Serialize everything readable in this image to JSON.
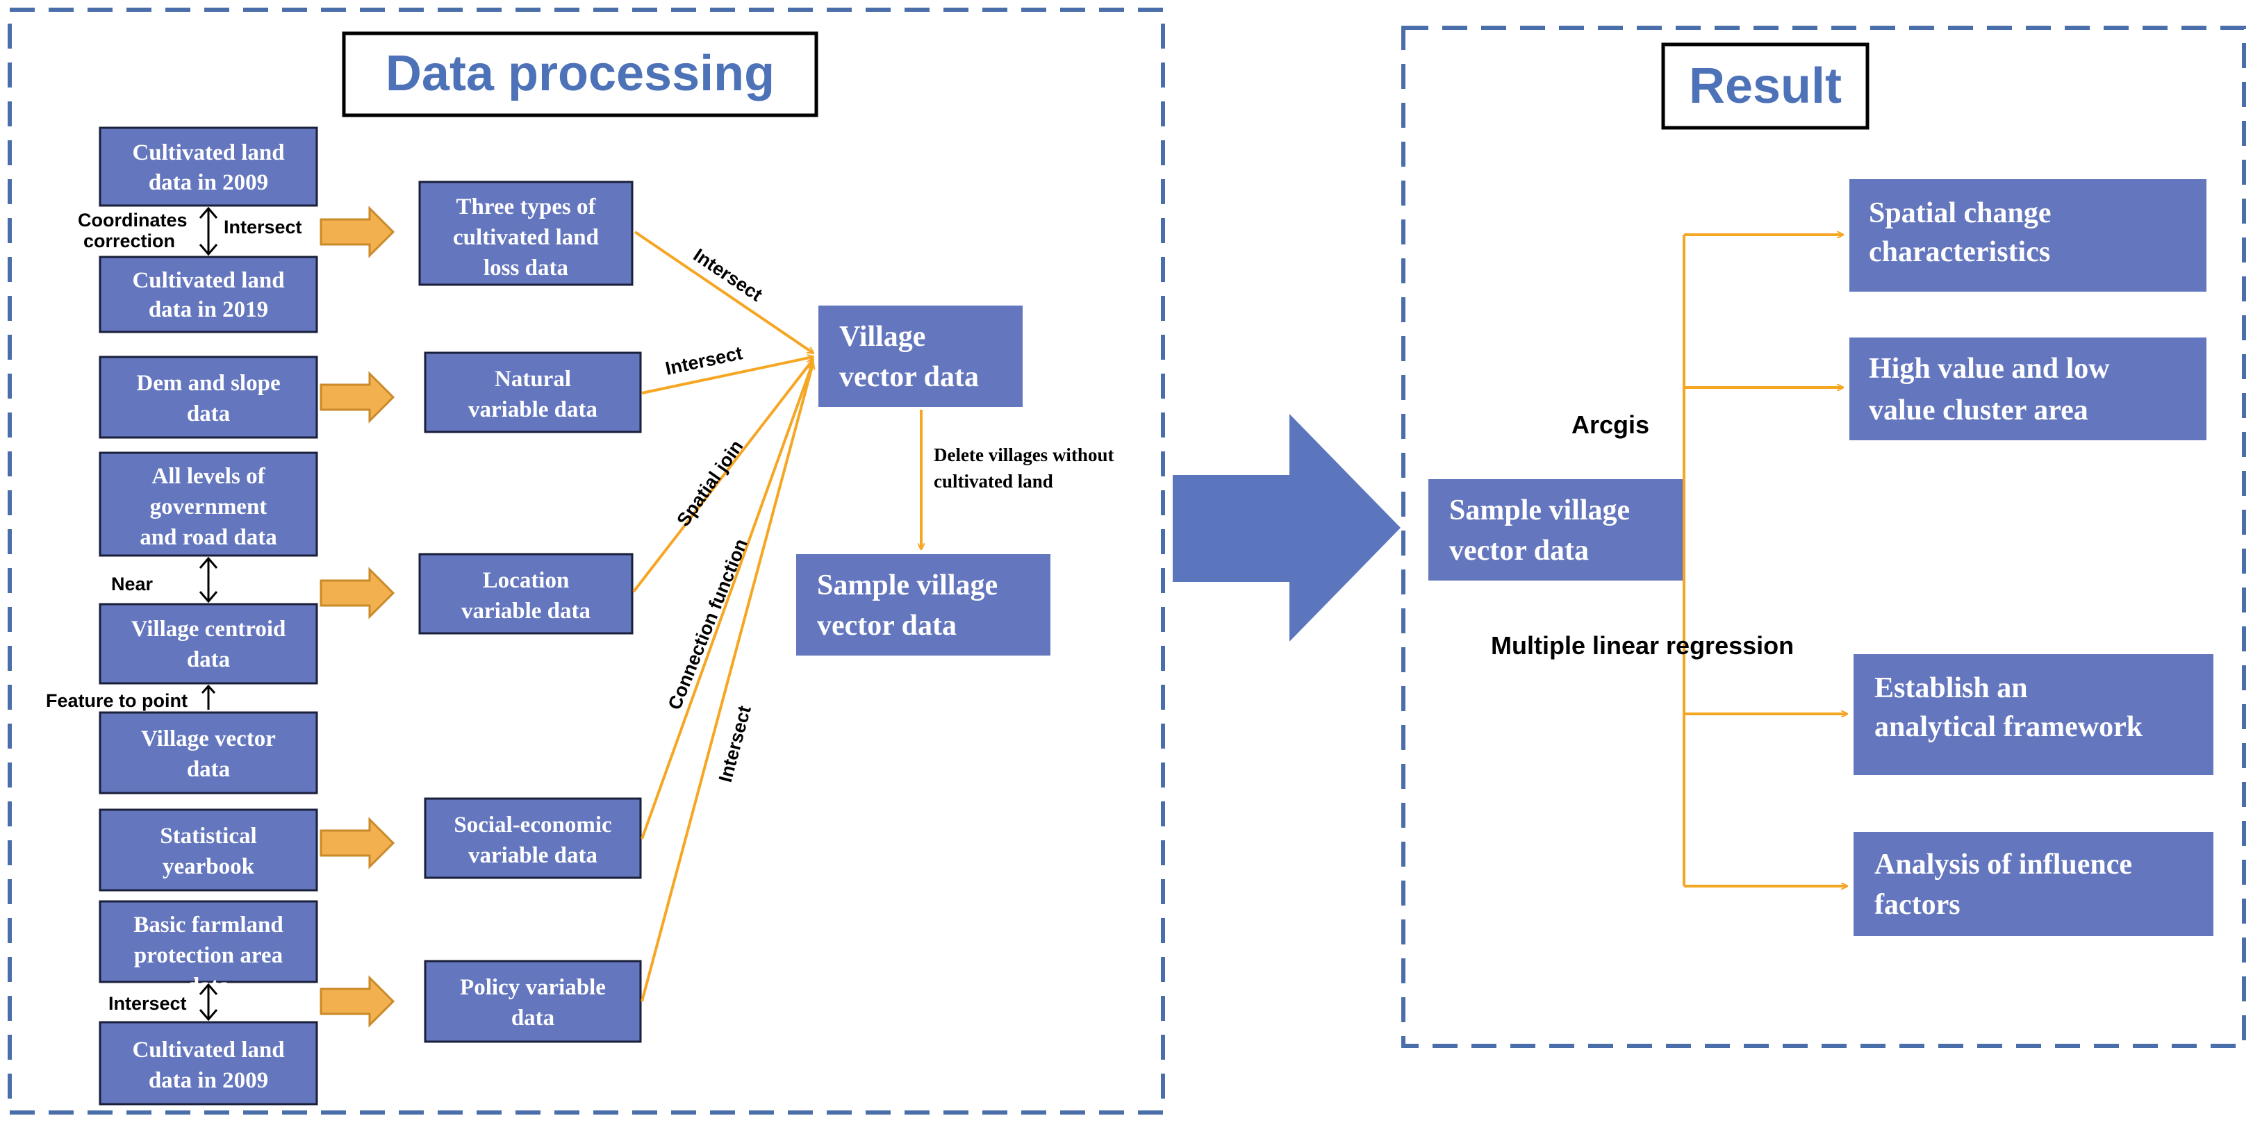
{
  "left_panel": {
    "title": "Data processing",
    "sources": {
      "cult_2009_a": [
        "Cultivated land",
        "data in 2009"
      ],
      "cult_2019": [
        "Cultivated land",
        "data in 2019"
      ],
      "dem": [
        "Dem and slope",
        "data"
      ],
      "gov_road": [
        "All levels of",
        "government",
        "and road data"
      ],
      "centroid": [
        "Village centroid",
        "data"
      ],
      "village_vec": [
        "Village vector",
        "data"
      ],
      "stat": [
        "Statistical",
        "yearbook"
      ],
      "farmland": [
        "Basic farmland",
        "protection area",
        "data"
      ],
      "cult_2009_b": [
        "Cultivated land",
        "data in 2009"
      ]
    },
    "variables": {
      "loss": [
        "Three types of",
        "cultivated land",
        "loss data"
      ],
      "natural": [
        "Natural",
        "variable data"
      ],
      "location": [
        "Location",
        "variable data"
      ],
      "socio": [
        "Social-economic",
        "variable data"
      ],
      "policy": [
        "Policy variable",
        "data"
      ]
    },
    "village_vector": [
      "Village",
      "vector data"
    ],
    "sample_vector": [
      "Sample village",
      "vector data"
    ],
    "labels": {
      "coord_1": "Coordinates",
      "coord_2": "correction",
      "intersect_top": "Intersect",
      "near": "Near",
      "feature_to_point": "Feature to point",
      "intersect_bottom": "Intersect",
      "edge_intersect_1": "Intersect",
      "edge_intersect_2": "Intersect",
      "edge_spatial_join": "Spatial join",
      "edge_connection": "Connection function",
      "edge_intersect_3": "Intersect",
      "delete_1": "Delete villages without",
      "delete_2": "cultivated land"
    }
  },
  "right_panel": {
    "title": "Result",
    "sample_vector": [
      "Sample village",
      "vector data"
    ],
    "arcgis": "Arcgis",
    "mlr": "Multiple linear regression",
    "outputs": {
      "spatial": [
        "Spatial change",
        "characteristics"
      ],
      "cluster": [
        "High value and low",
        "value cluster area"
      ],
      "framework": [
        "Establish an",
        "analytical framework"
      ],
      "factors": [
        "Analysis of influence",
        "factors"
      ]
    }
  },
  "colors": {
    "frame": "#4a6ea9",
    "box_fill": "#6376be",
    "arrow_orange": "#f5a623",
    "big_arrow": "#5b76bd",
    "title_text": "#4d72b7"
  }
}
